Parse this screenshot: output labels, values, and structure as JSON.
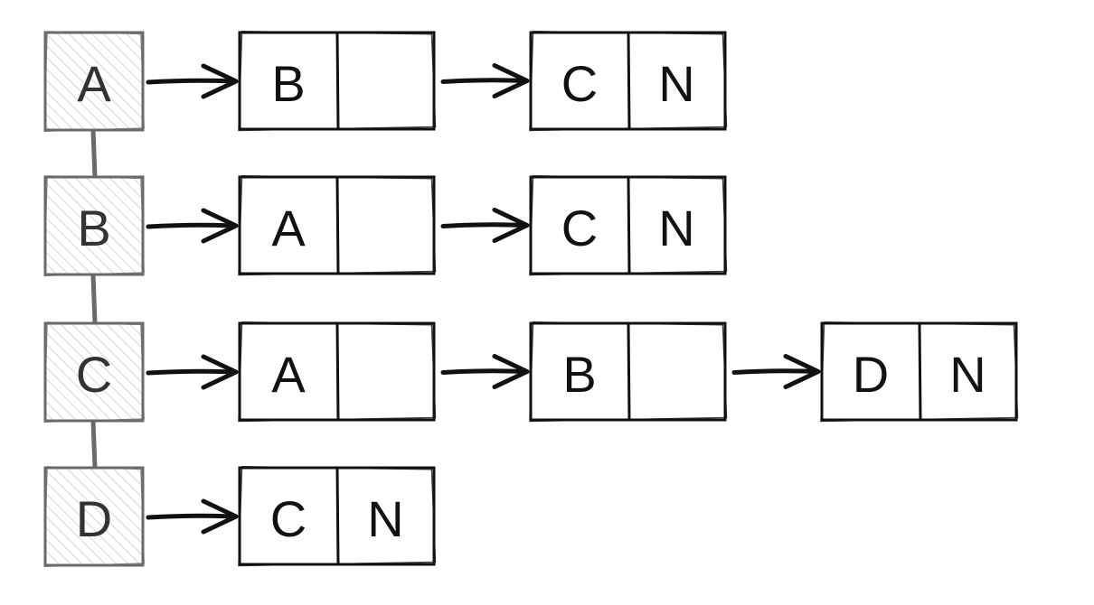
{
  "vertices": [
    {
      "label": "A",
      "nodes": [
        {
          "label": "B",
          "next": ""
        },
        {
          "label": "C",
          "next": "N"
        }
      ]
    },
    {
      "label": "B",
      "nodes": [
        {
          "label": "A",
          "next": ""
        },
        {
          "label": "C",
          "next": "N"
        }
      ]
    },
    {
      "label": "C",
      "nodes": [
        {
          "label": "A",
          "next": ""
        },
        {
          "label": "B",
          "next": ""
        },
        {
          "label": "D",
          "next": "N"
        }
      ]
    },
    {
      "label": "D",
      "nodes": [
        {
          "label": "C",
          "next": "N"
        }
      ]
    }
  ],
  "colors": {
    "vertex_stroke": "#6a6a6a",
    "vertex_text": "#333333",
    "node_stroke": "#111111",
    "hatch": "#d8d8d8"
  }
}
